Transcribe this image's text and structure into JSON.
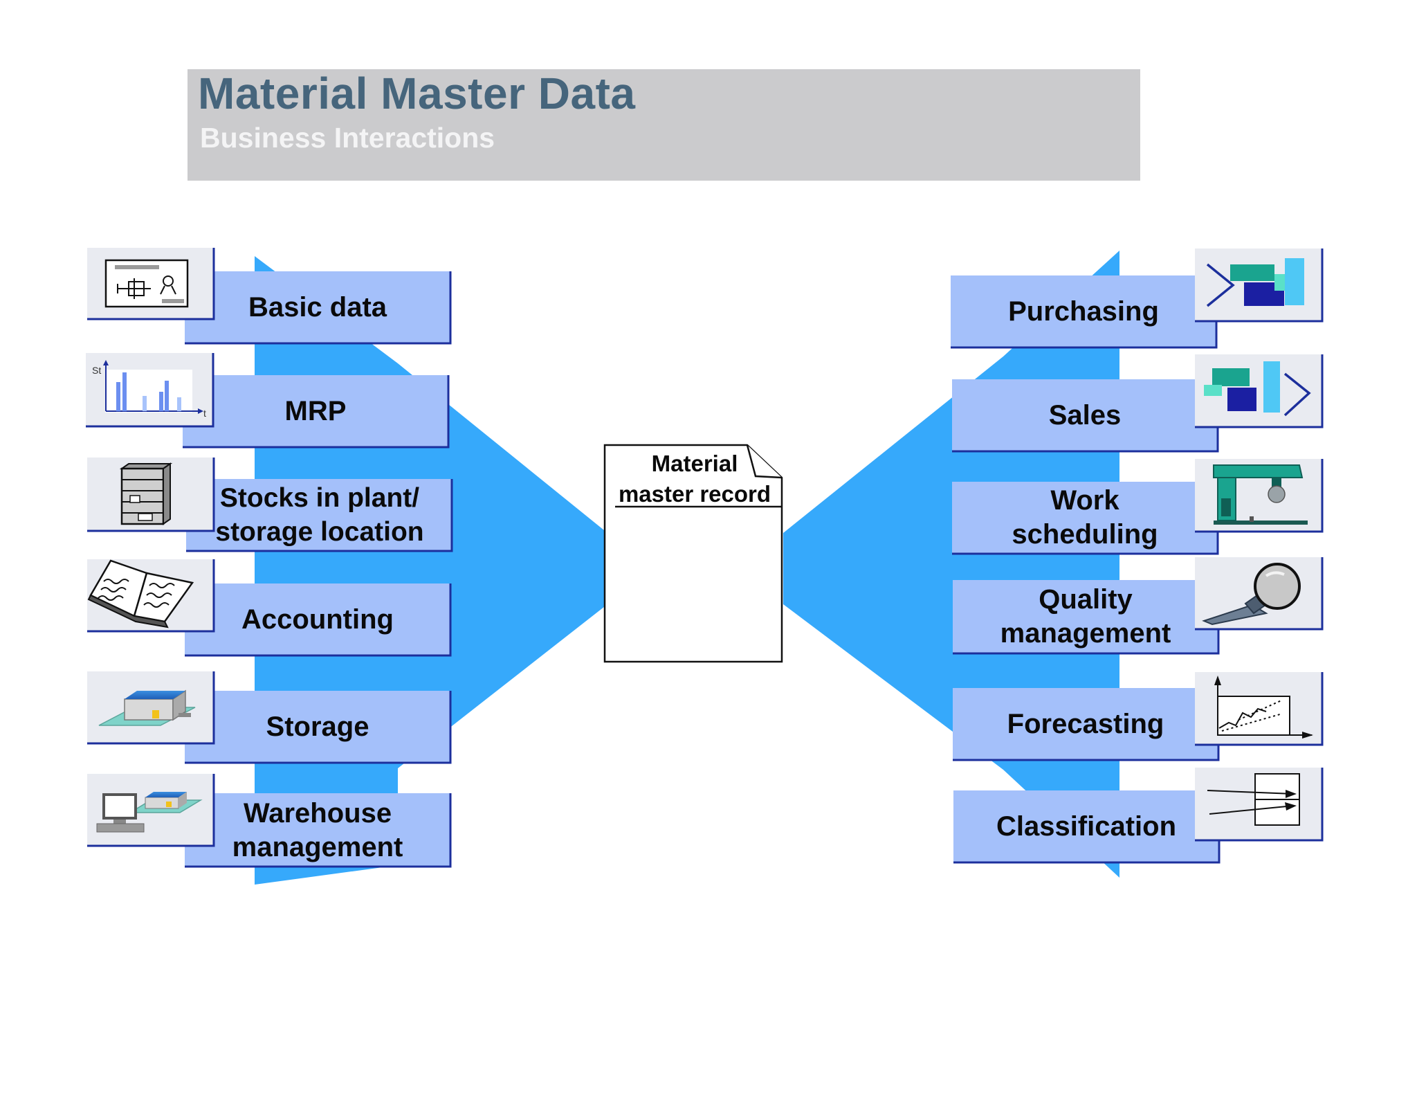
{
  "header": {
    "title": "Material Master Data",
    "subtitle": "Business Interactions"
  },
  "center": {
    "label": "Material\nmaster record"
  },
  "left_items": [
    {
      "label": "Basic data",
      "icon": "basic-data-icon"
    },
    {
      "label": "MRP",
      "icon": "mrp-chart-icon"
    },
    {
      "label": "Stocks in plant/\nstorage location",
      "icon": "storage-shelf-icon"
    },
    {
      "label": "Accounting",
      "icon": "open-book-icon"
    },
    {
      "label": "Storage",
      "icon": "warehouse-building-icon"
    },
    {
      "label": "Warehouse\nmanagement",
      "icon": "computer-warehouse-icon"
    }
  ],
  "right_items": [
    {
      "label": "Purchasing",
      "icon": "purchasing-icon"
    },
    {
      "label": "Sales",
      "icon": "sales-icon"
    },
    {
      "label": "Work\nscheduling",
      "icon": "machine-tool-icon"
    },
    {
      "label": "Quality\nmanagement",
      "icon": "magnifier-icon"
    },
    {
      "label": "Forecasting",
      "icon": "forecast-chart-icon"
    },
    {
      "label": "Classification",
      "icon": "classification-icon"
    }
  ],
  "mrp_axis": {
    "y": "St",
    "x": "t"
  },
  "colors": {
    "funnel": "#36a9fb",
    "box_fill": "#a4c0fa",
    "box_edge": "#1c2f9c",
    "icon_panel": "#e9ebf1",
    "header_band": "#cbcbcd",
    "title": "#46657c"
  }
}
